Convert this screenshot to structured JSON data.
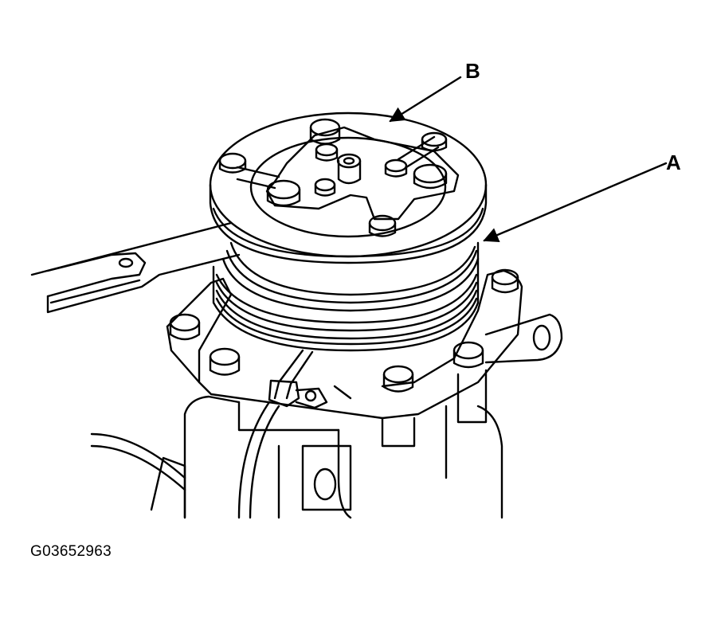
{
  "callouts": {
    "b": "B",
    "a": "A"
  },
  "figure_code": "G03652963"
}
